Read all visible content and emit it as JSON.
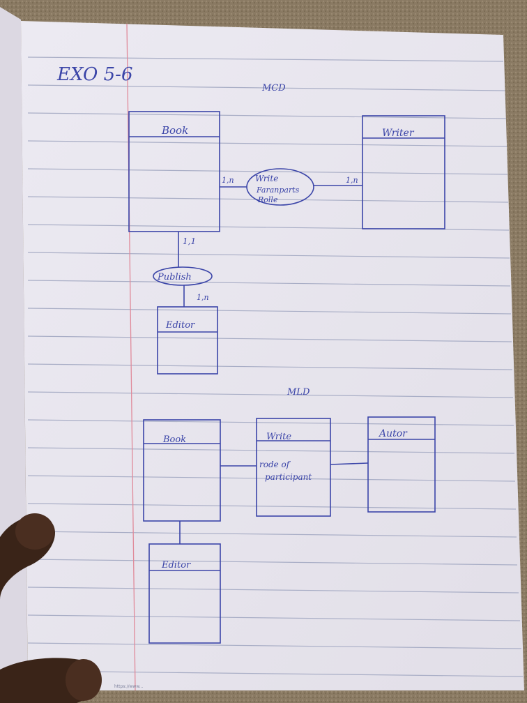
{
  "header": {
    "exercise": "EXO 5-6",
    "section_mcd": "MCD",
    "section_mld": "MLD"
  },
  "mcd": {
    "entities": {
      "book": "Book",
      "writer": "Writer",
      "editor": "Editor"
    },
    "relations": {
      "write": "Write",
      "write_attr_1": "Faranparts",
      "write_attr_2": "Rolle",
      "publish": "Publish"
    },
    "cardinalities": {
      "book_write": "1,n",
      "writer_write": "1,n",
      "book_publish": "1,1",
      "editor_publish": "1,n"
    }
  },
  "mld": {
    "tables": {
      "book": "Book",
      "write": "Write",
      "write_attr_1": "rode of",
      "write_attr_2": "participant",
      "autor": "Autor",
      "editor": "Editor"
    }
  },
  "footer": {
    "watermark": "https://www..."
  },
  "colors": {
    "ink": "#3b45a8",
    "paper": "#e9e6ee",
    "rule_line": "#a9aec6",
    "margin_line": "#e08a9a",
    "background": "#8a7a63",
    "skin": "#3a2418"
  }
}
